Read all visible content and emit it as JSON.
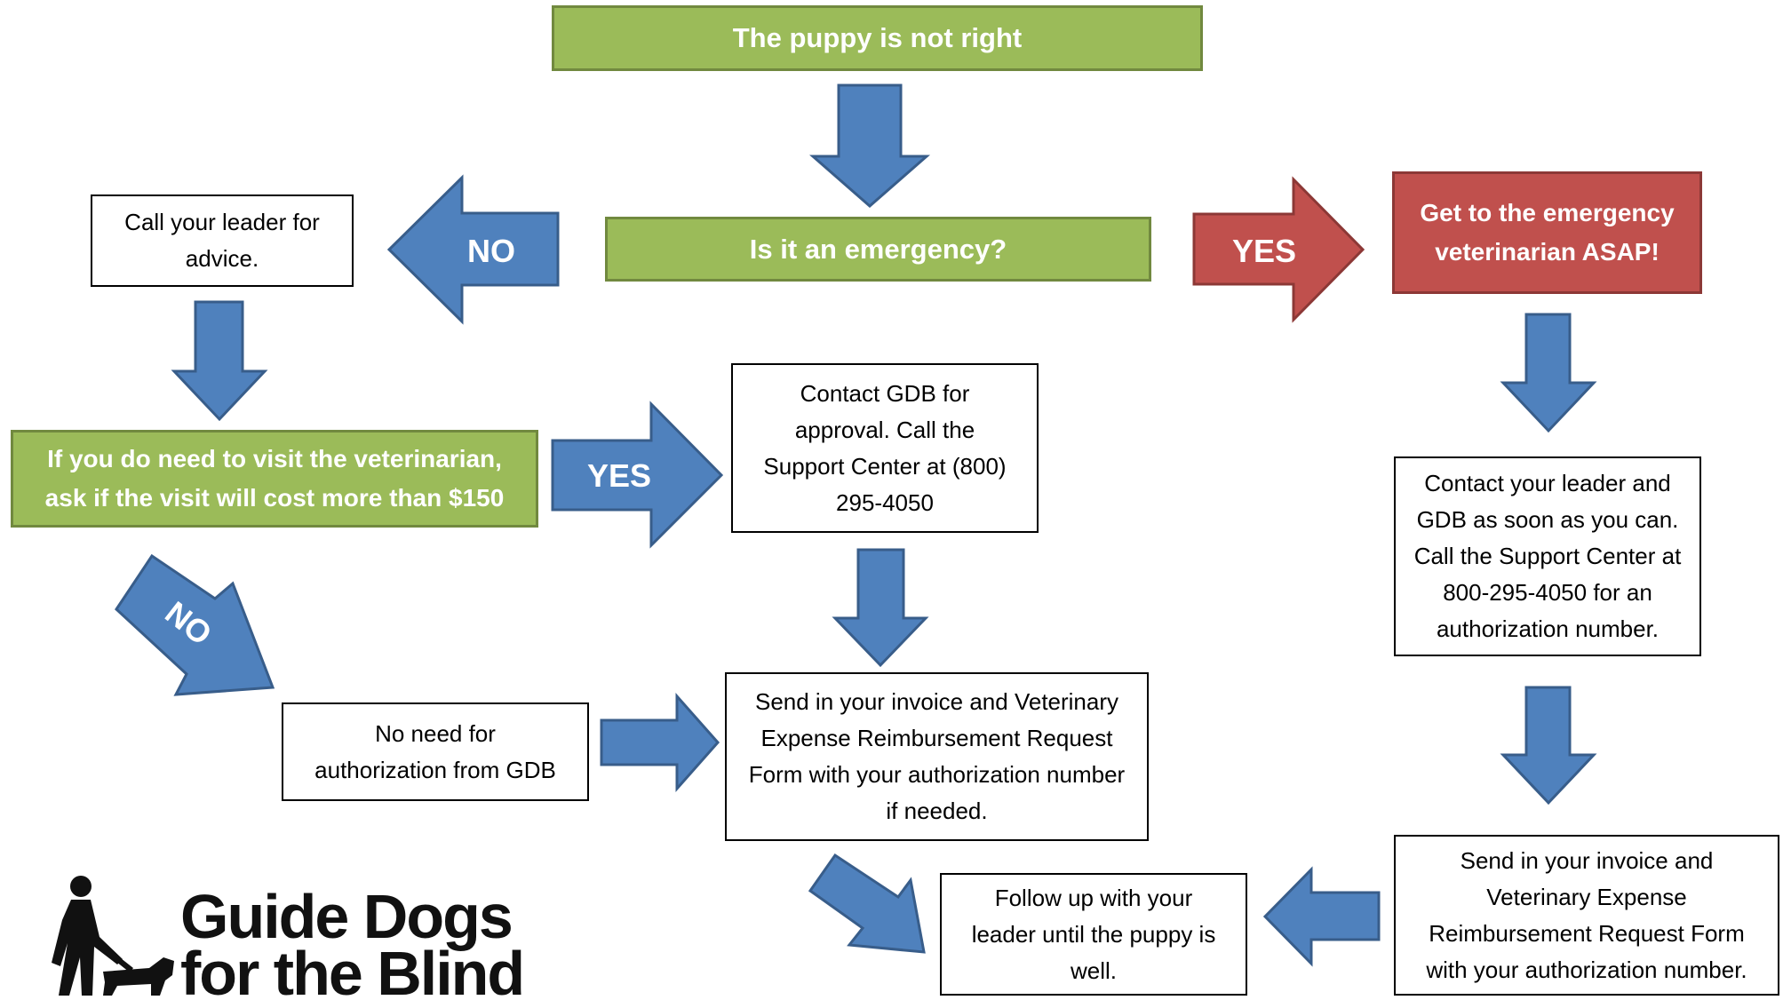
{
  "nodes": {
    "start": "The puppy is not right",
    "emergency_question": "Is it an emergency?",
    "call_leader": "Call your leader for advice.",
    "emergency_vet": "Get to the emergency veterinarian ASAP!",
    "visit_cost": "If you do need to visit the veterinarian, ask if the visit will cost more than $150",
    "contact_gdb": "Contact GDB for approval. Call the Support Center at (800) 295-4050",
    "contact_leader_gdb": "Contact your leader and GDB as soon as you can. Call the Support Center at 800-295-4050 for an authorization number.",
    "no_authorization": "No need for authorization from GDB",
    "send_invoice_if_needed": "Send in your invoice and Veterinary Expense Reimbursement Request Form with your authorization number if needed.",
    "follow_up": "Follow up with your leader until the puppy is well.",
    "send_invoice_number": "Send in your invoice and Veterinary Expense Reimbursement Request Form with your authorization number."
  },
  "arrow_labels": {
    "no_emergency": "NO",
    "yes_emergency": "YES",
    "yes_cost": "YES",
    "no_cost": "NO"
  },
  "logo": {
    "line1": "Guide Dogs",
    "line2": "for the Blind"
  },
  "colors": {
    "arrow_blue": "#4f81bd",
    "arrow_red": "#c0504d",
    "box_green": "#9bbb59",
    "box_red": "#c0504d"
  }
}
